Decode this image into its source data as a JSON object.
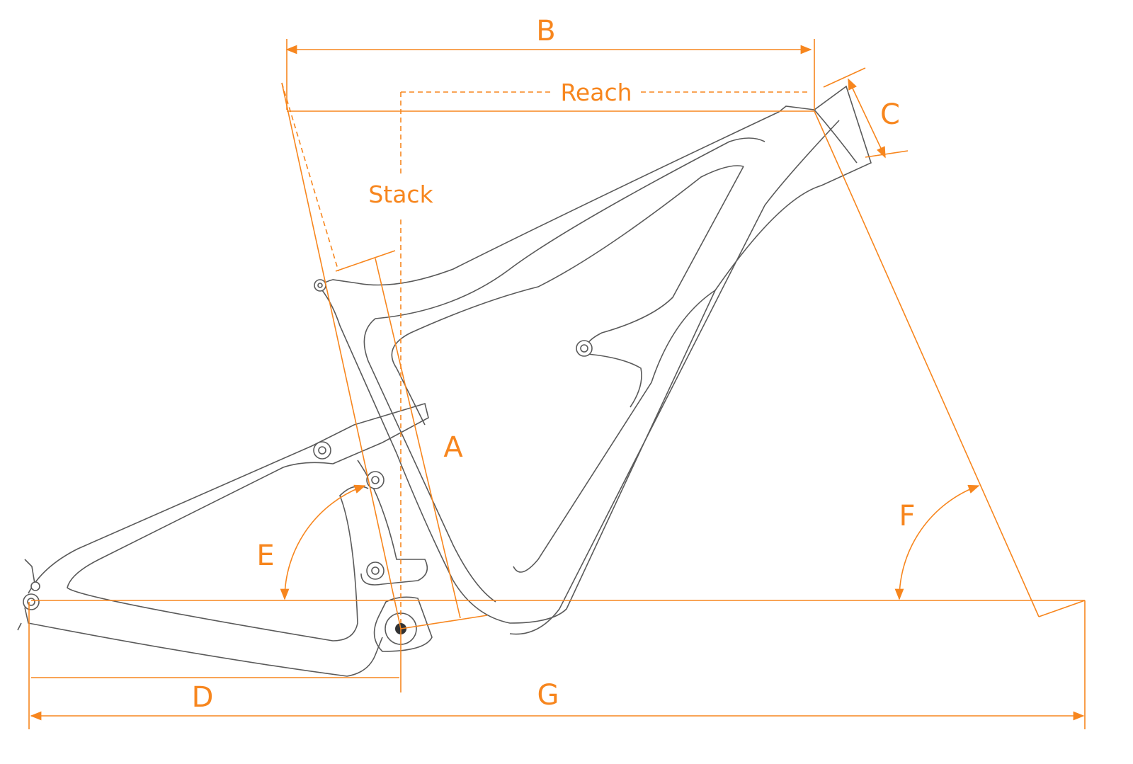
{
  "title": "Frame geometry diagram",
  "colors": {
    "dimension": "#f7861e",
    "frame": "#5a5a5a"
  },
  "labels": {
    "A": "A",
    "B": "B",
    "C": "C",
    "D": "D",
    "E": "E",
    "F": "F",
    "G": "G",
    "reach": "Reach",
    "stack": "Stack"
  }
}
